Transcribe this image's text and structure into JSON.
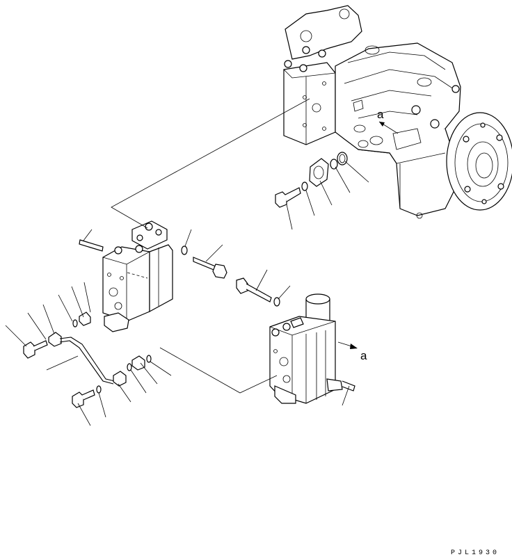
{
  "diagram": {
    "view_label_a_top": "a",
    "view_label_a_bottom": "a",
    "drawing_code": "PJL1930"
  }
}
